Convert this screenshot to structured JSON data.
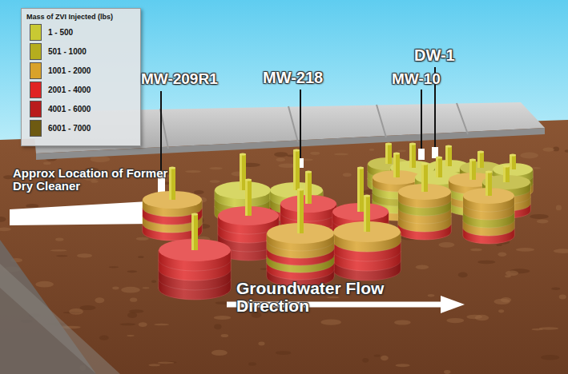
{
  "diagram": {
    "labels": [
      "Mass of ZVI Injected (lbs)",
      "MW-209R1",
      "MW-218",
      "DW-1",
      "MW-10",
      "Approx Location of Former Dry Cleaner",
      "Groundwater Flow Direction"
    ],
    "legend": [
      {
        "text": "1 - 500",
        "color": "#c9c933"
      },
      {
        "text": "501 - 1000",
        "color": "#b5ad1e"
      },
      {
        "text": "1001 - 2000",
        "color": "#d9a22a"
      },
      {
        "text": "2001 - 4000",
        "color": "#e02424"
      },
      {
        "text": "4001 - 6000",
        "color": "#b91c1c"
      },
      {
        "text": "6001 - 7000",
        "color": "#6e5a12"
      }
    ]
  }
}
